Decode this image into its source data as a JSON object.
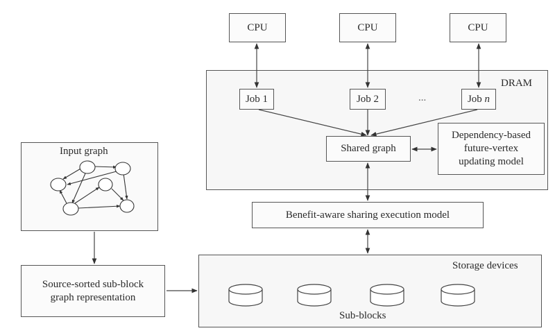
{
  "cpus": [
    {
      "label": "CPU"
    },
    {
      "label": "CPU"
    },
    {
      "label": "CPU"
    }
  ],
  "dram": {
    "label": "DRAM",
    "jobs": [
      {
        "label": "Job 1"
      },
      {
        "label": "Job 2"
      },
      {
        "label": "Job ",
        "italic_suffix": "n"
      }
    ],
    "ellipsis": "...",
    "shared_graph": "Shared graph",
    "dependency_model": [
      "Dependency-based",
      "future-vertex",
      "updating model"
    ]
  },
  "benefit_model": "Benefit-aware sharing execution model",
  "input_graph": {
    "label": "Input graph"
  },
  "source_sorted": [
    "Source-sorted sub-block",
    "graph representation"
  ],
  "storage": {
    "label": "Storage devices",
    "sub_blocks_label": "Sub-blocks",
    "disk_count": 4
  }
}
